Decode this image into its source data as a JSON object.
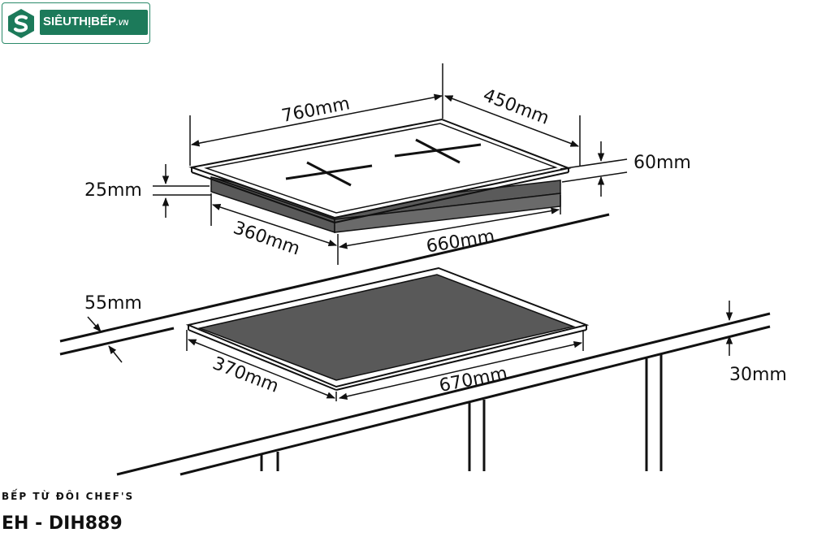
{
  "brand": {
    "logo_text": "SIÊUTHỊBẾP",
    "logo_suffix": ".VN"
  },
  "dimensions": {
    "width_top": "760mm",
    "depth_top": "450mm",
    "height_total": "60mm",
    "glass_thickness": "25mm",
    "body_depth": "360mm",
    "body_width": "660mm",
    "min_clearance": "55mm",
    "cutout_depth": "370mm",
    "cutout_width": "670mm",
    "counter_thickness": "30mm"
  },
  "caption": {
    "line1": "BẾP TỪ ĐÔI CHEF'S",
    "line2": "EH - DIH889"
  },
  "colors": {
    "brand_green": "#1c7a5a",
    "body_dark": "#5a5a5a",
    "cutout_fill": "#595959"
  }
}
